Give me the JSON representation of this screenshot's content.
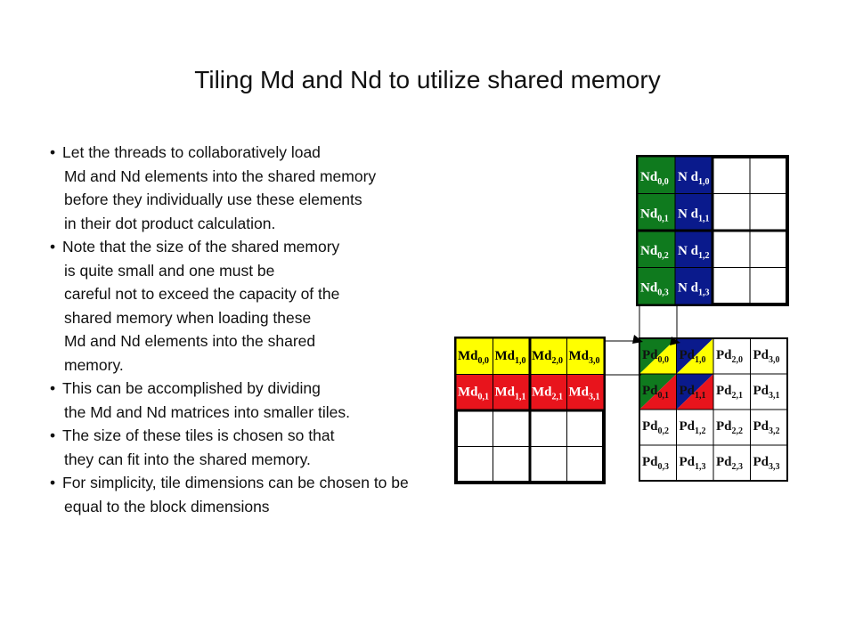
{
  "title": "Tiling Md and Nd to utilize shared memory",
  "bullets": [
    {
      "lines": [
        "Let  the threads to collaboratively load",
        "Md and Nd elements into the shared memory",
        "before they individually use these elements",
        "in their dot product calculation."
      ]
    },
    {
      "lines": [
        "Note that the size of the shared memory",
        "is quite small and one must be",
        "careful not to exceed the capacity of the",
        "shared memory when loading these",
        "Md and Nd elements into the shared",
        "memory."
      ]
    },
    {
      "lines": [
        "This can be accomplished by dividing",
        "the Md and Nd matrices into smaller tiles."
      ]
    },
    {
      "lines": [
        "The size of these tiles is chosen so that",
        "they can fit into the shared memory."
      ]
    },
    {
      "lines": [
        "For simplicity, tile dimensions can be chosen to be",
        "equal to the block dimensions"
      ]
    }
  ],
  "colors": {
    "green": "#0f7a1e",
    "navy": "#0a1a8c",
    "yellow": "#ffff00",
    "red": "#e8141c",
    "grid": "#000000"
  },
  "nd_matrix": {
    "cells": [
      {
        "main": "Nd",
        "sub": "0,0",
        "fill": "green",
        "text_color": "#ffffff"
      },
      {
        "main": "N d",
        "sub": "1,0",
        "fill": "navy",
        "text_color": "#ffffff"
      },
      {
        "main": "Nd",
        "sub": "0,1",
        "fill": "green",
        "text_color": "#ffffff"
      },
      {
        "main": "N d",
        "sub": "1,1",
        "fill": "navy",
        "text_color": "#ffffff"
      },
      {
        "main": "Nd",
        "sub": "0,2",
        "fill": "green",
        "text_color": "#ffffff"
      },
      {
        "main": "N d",
        "sub": "1,2",
        "fill": "navy",
        "text_color": "#ffffff"
      },
      {
        "main": "Nd",
        "sub": "0,3",
        "fill": "green",
        "text_color": "#ffffff"
      },
      {
        "main": "N d",
        "sub": "1,3",
        "fill": "navy",
        "text_color": "#ffffff"
      }
    ]
  },
  "md_matrix": {
    "cells": [
      {
        "main": "Md",
        "sub": "0,0",
        "fill": "yellow",
        "text_color": "#000000"
      },
      {
        "main": "Md",
        "sub": "1,0",
        "fill": "yellow",
        "text_color": "#000000"
      },
      {
        "main": "Md",
        "sub": "2,0",
        "fill": "yellow",
        "text_color": "#000000"
      },
      {
        "main": "Md",
        "sub": "3,0",
        "fill": "yellow",
        "text_color": "#000000"
      },
      {
        "main": "Md",
        "sub": "0,1",
        "fill": "red",
        "text_color": "#ffffff"
      },
      {
        "main": "Md",
        "sub": "1,1",
        "fill": "red",
        "text_color": "#ffffff"
      },
      {
        "main": "Md",
        "sub": "2,1",
        "fill": "red",
        "text_color": "#ffffff"
      },
      {
        "main": "Md",
        "sub": "3,1",
        "fill": "red",
        "text_color": "#ffffff"
      }
    ]
  },
  "pd_matrix": {
    "cells": [
      {
        "main": "Pd",
        "sub": "0,0"
      },
      {
        "main": "Pd",
        "sub": "1,0"
      },
      {
        "main": "Pd",
        "sub": "2,0"
      },
      {
        "main": "Pd",
        "sub": "3,0"
      },
      {
        "main": "Pd",
        "sub": "0,1"
      },
      {
        "main": "Pd",
        "sub": "1,1"
      },
      {
        "main": "Pd",
        "sub": "2,1"
      },
      {
        "main": "Pd",
        "sub": "3,1"
      },
      {
        "main": "Pd",
        "sub": "0,2"
      },
      {
        "main": "Pd",
        "sub": "1,2"
      },
      {
        "main": "Pd",
        "sub": "2,2"
      },
      {
        "main": "Pd",
        "sub": "3,2"
      },
      {
        "main": "Pd",
        "sub": "0,3"
      },
      {
        "main": "Pd",
        "sub": "1,3"
      },
      {
        "main": "Pd",
        "sub": "2,3"
      },
      {
        "main": "Pd",
        "sub": "3,3"
      }
    ]
  }
}
